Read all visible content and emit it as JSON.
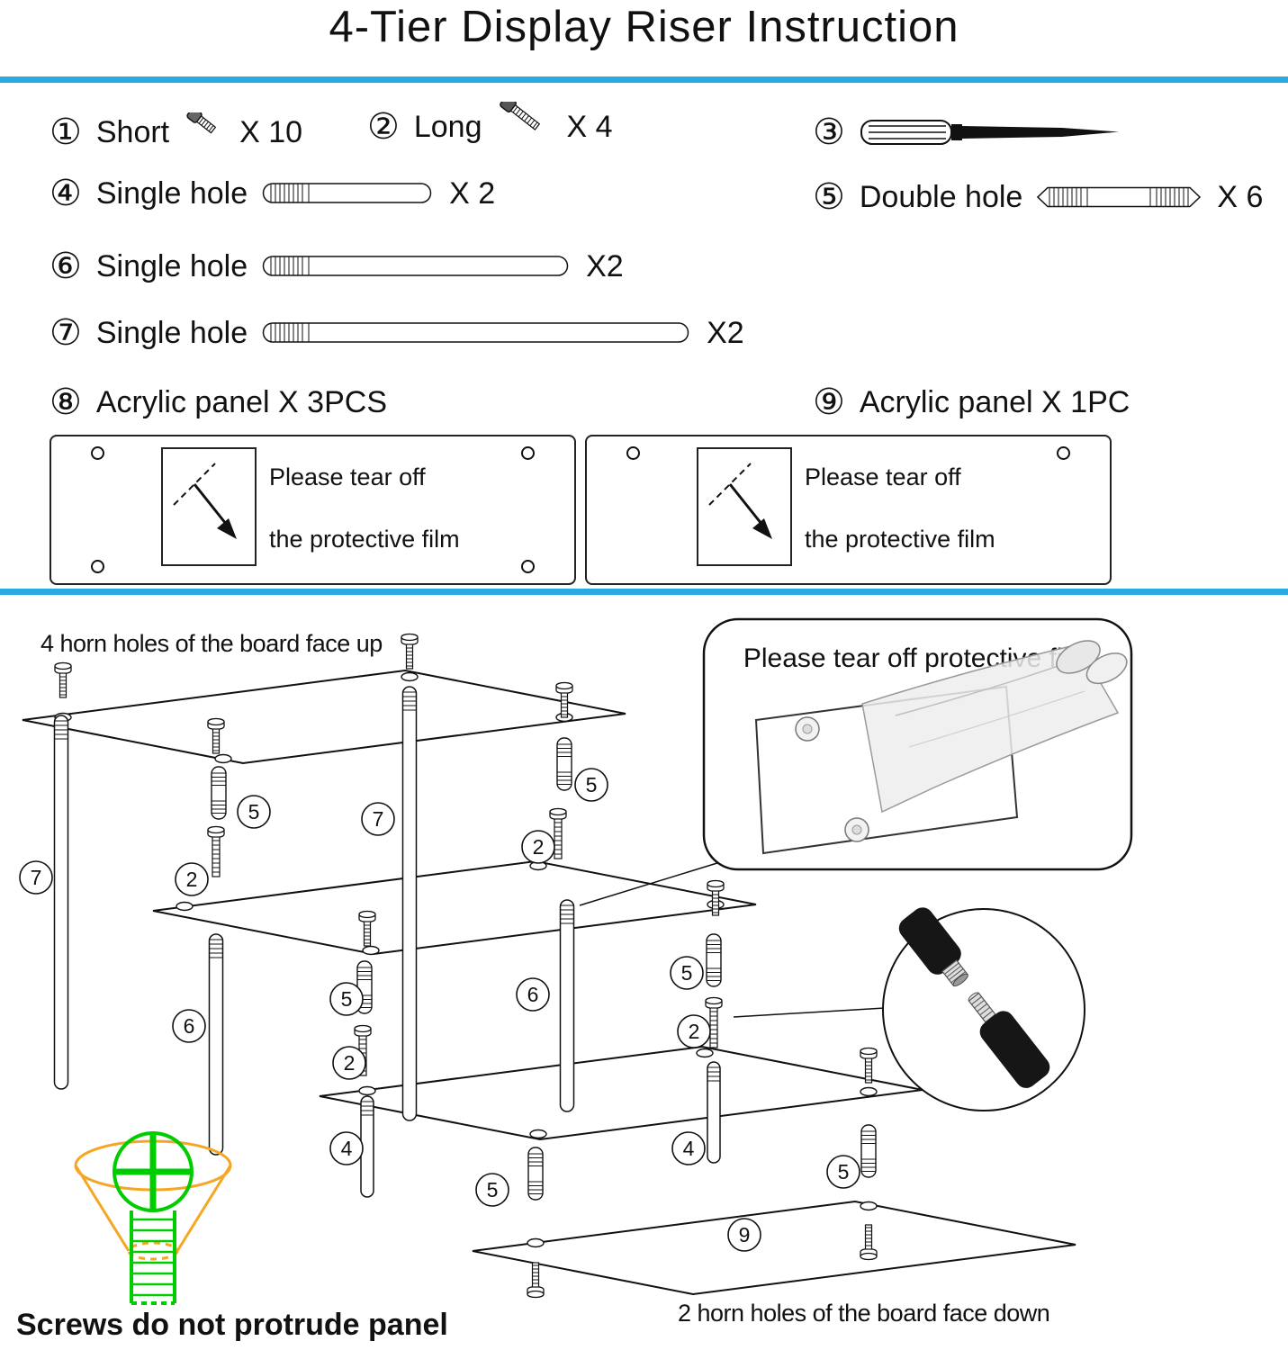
{
  "title": "4-Tier Display Riser Instruction",
  "accent_color": "#29ABE2",
  "parts_list": {
    "p1": {
      "num": "①",
      "label": "Short",
      "qty": "X 10"
    },
    "p2": {
      "num": "②",
      "label": "Long",
      "qty": "X 4"
    },
    "p3": {
      "num": "③"
    },
    "p4": {
      "num": "④",
      "label": "Single hole",
      "qty": "X 2"
    },
    "p5": {
      "num": "⑤",
      "label": "Double hole",
      "qty": "X 6"
    },
    "p6": {
      "num": "⑥",
      "label": "Single hole",
      "qty": "X2"
    },
    "p7": {
      "num": "⑦",
      "label": "Single hole",
      "qty": "X2"
    },
    "p8": {
      "num": "⑧",
      "label": "Acrylic panel X 3PCS"
    },
    "p9": {
      "num": "⑨",
      "label": "Acrylic panel X 1PC"
    }
  },
  "film_boxes": {
    "line1": "Please tear off",
    "line2": "the protective film"
  },
  "assembly": {
    "top_note": "4 horn holes of the board face up",
    "bottom_note": "2 horn holes of the board face down",
    "inset_title": "Please tear off protective film",
    "warning": "Screws do not protrude panel",
    "warning_color": "#FF0000",
    "screw_highlight_color": "#00CC00",
    "funnel_color": "#F5A623",
    "callouts": {
      "c2": "2",
      "c4": "4",
      "c5": "5",
      "c6": "6",
      "c7": "7",
      "c9": "9"
    }
  }
}
